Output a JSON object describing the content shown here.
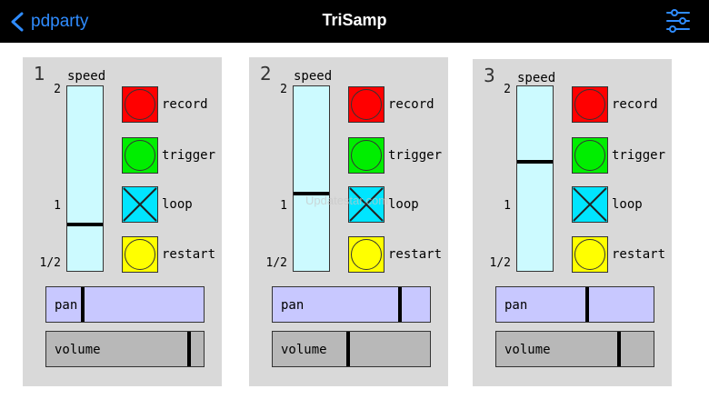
{
  "nav": {
    "back_label": "pdparty",
    "title": "TriSamp"
  },
  "watermark": "Updatestar.com",
  "labels": {
    "speed": "speed",
    "tick_top": "2",
    "tick_mid": "1",
    "tick_bottom": "1/2",
    "record": "record",
    "trigger": "trigger",
    "loop": "loop",
    "restart": "restart",
    "pan": "pan",
    "volume": "volume"
  },
  "colors": {
    "record": "#ff0000",
    "trigger": "#00ee00",
    "loop": "#00e5ff",
    "restart": "#ffff00",
    "speed_slider": "#ccfaff",
    "pan_slider": "#c8c8ff",
    "volume_slider": "#b8b8b8"
  },
  "panels": [
    {
      "number": "1",
      "speed_fraction": 0.25,
      "pan_fraction": 0.23,
      "volume_fraction": 0.91
    },
    {
      "number": "2",
      "speed_fraction": 0.42,
      "pan_fraction": 0.81,
      "volume_fraction": 0.48
    },
    {
      "number": "3",
      "speed_fraction": 0.59,
      "pan_fraction": 0.58,
      "volume_fraction": 0.78
    }
  ]
}
